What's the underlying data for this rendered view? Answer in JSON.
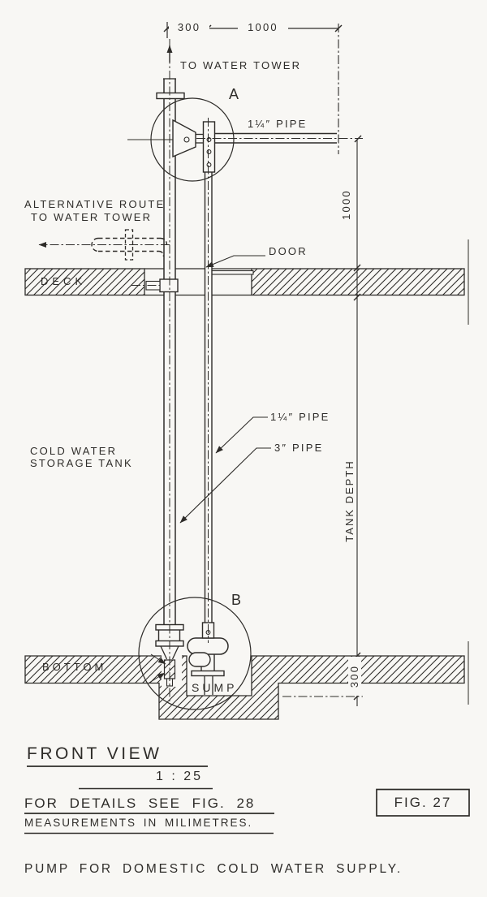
{
  "colors": {
    "ink": "#2e2c29",
    "paper": "#f8f7f4"
  },
  "dimensions": {
    "top_300": "300",
    "top_1000": "1000",
    "right_1000": "1000",
    "tank_depth": "TANK DEPTH",
    "bottom_300": "300"
  },
  "annotations": {
    "to_water_tower": "TO WATER TOWER",
    "detail_a": "A",
    "pipe_1_quarter_top": "1¼″ PIPE",
    "alt_route_line1": "ALTERNATIVE ROUTE",
    "alt_route_line2": "TO WATER TOWER",
    "door": "DOOR",
    "deck": "DECK",
    "cold_water_line1": "COLD WATER",
    "cold_water_line2": "STORAGE TANK",
    "pipe_1_quarter_mid": "1¼″ PIPE",
    "pipe_3_mid": "3″ PIPE",
    "detail_b": "B",
    "bottom": "BOTTOM",
    "sump": "SUMP"
  },
  "titleblock": {
    "view_title": "FRONT VIEW",
    "scale": "1 : 25",
    "details_note": "FOR DETAILS SEE FIG. 28",
    "fig_ref": "FIG. 27",
    "units_note": "MEASUREMENTS IN MILIMETRES.",
    "caption": "PUMP FOR DOMESTIC COLD WATER SUPPLY."
  }
}
